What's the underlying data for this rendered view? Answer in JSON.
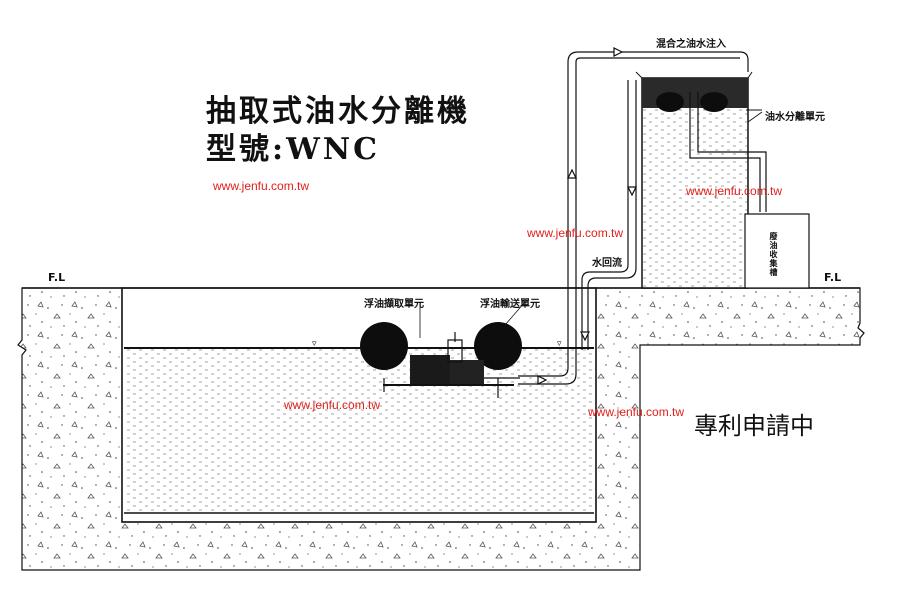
{
  "title": {
    "line1": "抽取式油水分離機",
    "line2": "型號:WNC"
  },
  "watermark": "www.jenfu.com.tw",
  "labels": {
    "fl_left": "F.L",
    "fl_right": "F.L",
    "mixed_inflow": "混合之油水注入",
    "separation_unit": "油水分離單元",
    "waste_oil_tank": "廢油收集槽",
    "water_return": "水回流",
    "skimmer_unit": "浮油擷取單元",
    "transfer_unit": "浮油輸送單元"
  },
  "patent": "專利申請中",
  "colors": {
    "line": "#111111",
    "watermark": "#e0201b",
    "tank_fill": "#1a1a1a"
  }
}
